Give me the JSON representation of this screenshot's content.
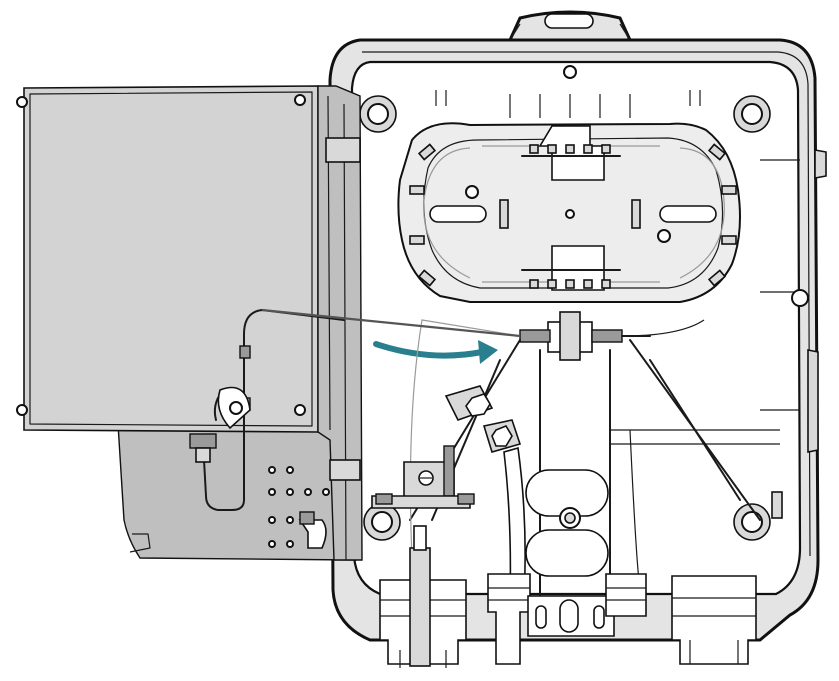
{
  "diagram": {
    "subject": "fiber-termination-enclosure-open",
    "colors": {
      "background": "#ffffff",
      "shell": "#e4e4e4",
      "door": "#d3d3d3",
      "outline": "#111111",
      "arrow": "#2a7f8f",
      "fiber": "#9a9a9a"
    },
    "arrow_direction": "right",
    "icons": [
      "splice-tray",
      "adapter-connector",
      "cable-gland",
      "grounding-lug",
      "mounting-hole"
    ]
  }
}
